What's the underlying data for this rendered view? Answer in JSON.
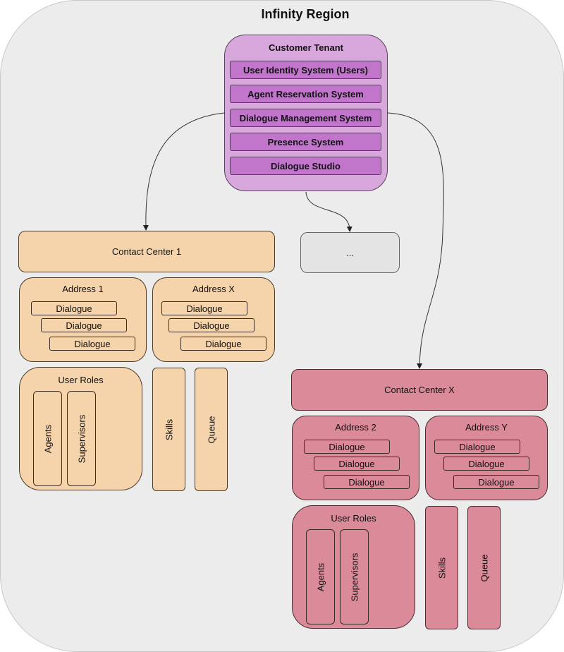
{
  "region": {
    "title": "Infinity Region"
  },
  "tenant": {
    "title": "Customer Tenant",
    "systems": [
      "User Identity System (Users)",
      "Agent Reservation System",
      "Dialogue Management System",
      "Presence System",
      "Dialogue Studio"
    ]
  },
  "placeholder": {
    "label": "..."
  },
  "cc1": {
    "title": "Contact Center 1",
    "address_a": {
      "title": "Address 1",
      "dialogues": [
        "Dialogue",
        "Dialogue",
        "Dialogue"
      ]
    },
    "address_b": {
      "title": "Address X",
      "dialogues": [
        "Dialogue",
        "Dialogue",
        "Dialogue"
      ]
    },
    "user_roles": {
      "title": "User Roles",
      "roles": [
        "Agents",
        "Supervisors"
      ]
    },
    "skills": "Skills",
    "queue": "Queue"
  },
  "ccx": {
    "title": "Contact Center X",
    "address_a": {
      "title": "Address 2",
      "dialogues": [
        "Dialogue",
        "Dialogue",
        "Dialogue"
      ]
    },
    "address_b": {
      "title": "Address Y",
      "dialogues": [
        "Dialogue",
        "Dialogue",
        "Dialogue"
      ]
    },
    "user_roles": {
      "title": "User Roles",
      "roles": [
        "Agents",
        "Supervisors"
      ]
    },
    "skills": "Skills",
    "queue": "Queue"
  },
  "colors": {
    "tenant": "#d8a8dc",
    "system": "#c176cc",
    "contact_center_1": "#f6d4ab",
    "contact_center_x": "#da8a98",
    "region": "#ececec"
  }
}
